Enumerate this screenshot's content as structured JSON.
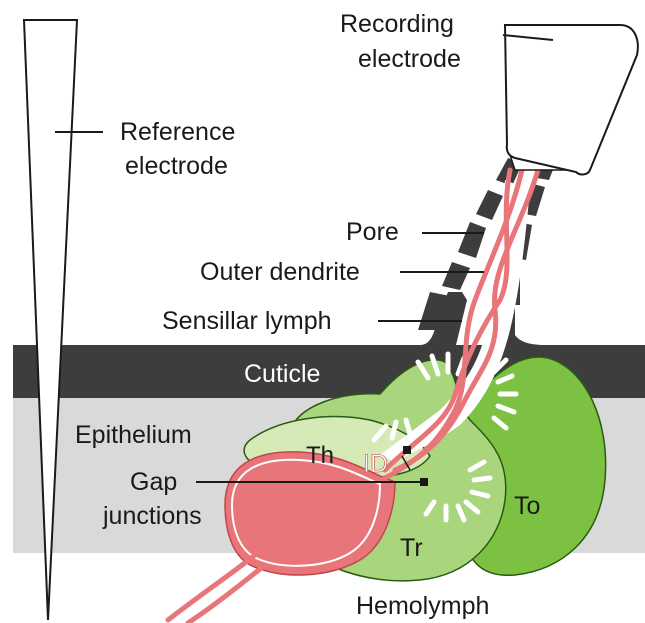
{
  "labels": {
    "recording_electrode_1": "Recording",
    "recording_electrode_2": "electrode",
    "reference_electrode_1": "Reference",
    "reference_electrode_2": "electrode",
    "pore": "Pore",
    "outer_dendrite": "Outer dendrite",
    "sensillar_lymph": "Sensillar lymph",
    "cuticle": "Cuticle",
    "epithelium": "Epithelium",
    "gap_junctions_1": "Gap",
    "gap_junctions_2": "junctions",
    "th": "Th",
    "id": "ID",
    "tr": "Tr",
    "to": "To",
    "hemolymph": "Hemolymph"
  },
  "colors": {
    "cuticle": "#3d3d3d",
    "epithelium": "#d9d9d9",
    "tormogen": "#7cc142",
    "trichogen": "#a9d57c",
    "thecogen": "#d6eab7",
    "neuron": "#e8757a",
    "outline": "#1a1a1a"
  }
}
